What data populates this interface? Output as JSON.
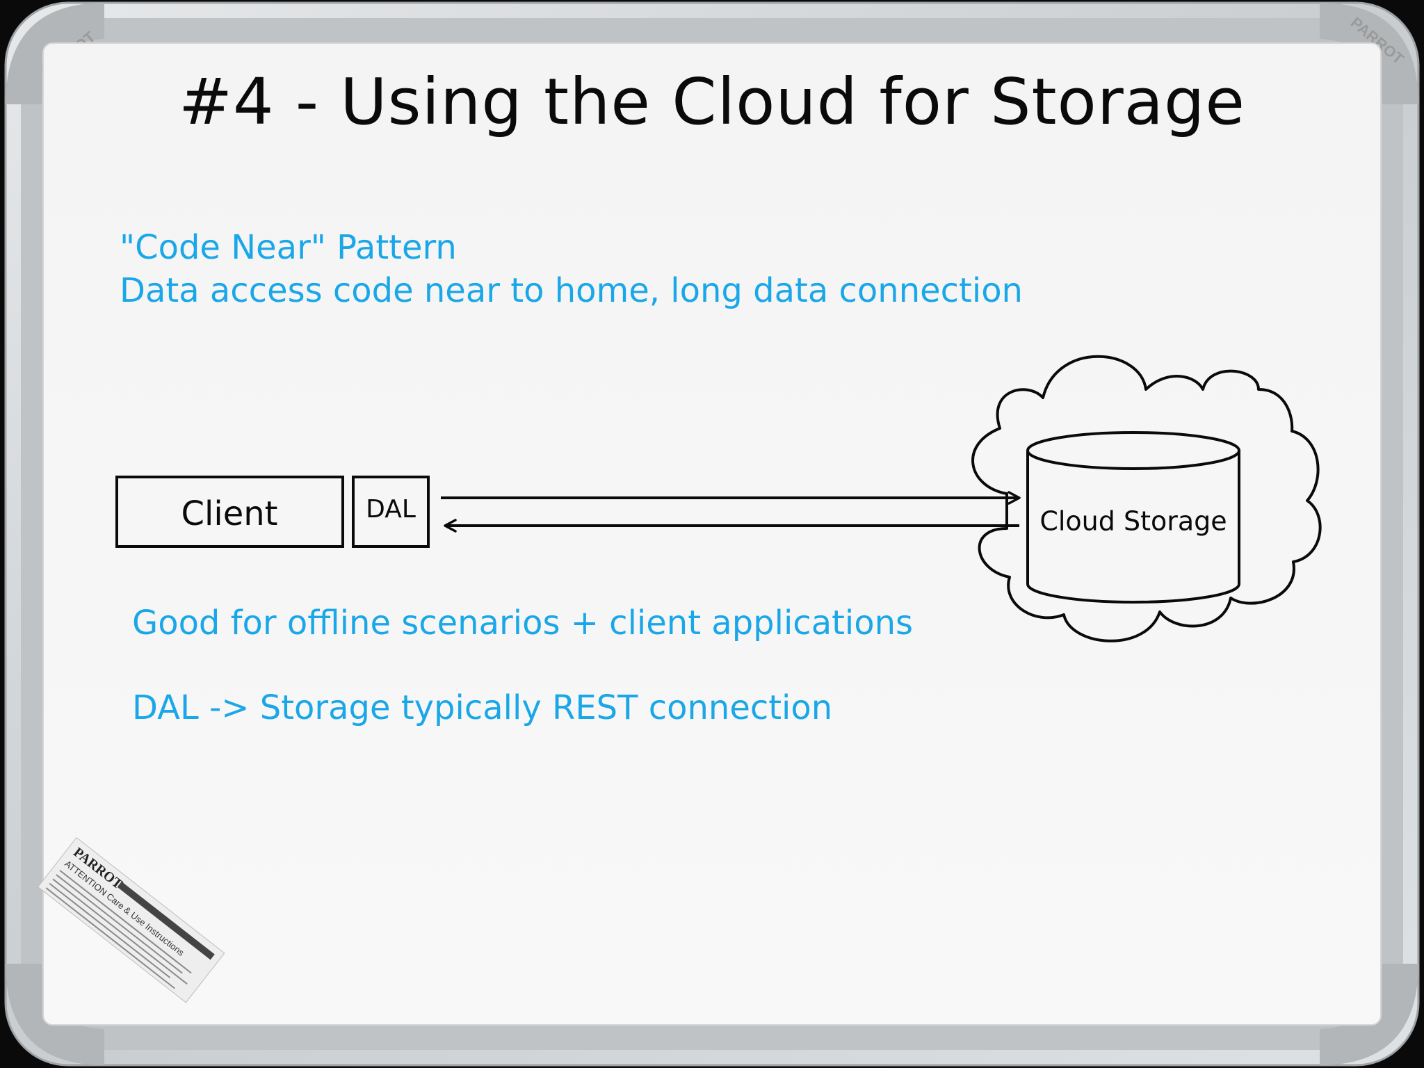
{
  "title": "#4 - Using the Cloud for Storage",
  "subtitle_lines": [
    "\"Code Near\" Pattern",
    "Data access code near to home, long data connection"
  ],
  "diagram": {
    "client_label": "Client",
    "dal_label": "DAL",
    "storage_label": "Cloud Storage"
  },
  "notes": [
    "Good for offline scenarios + client applications",
    "DAL -> Storage typically REST connection"
  ],
  "frame": {
    "corner_brand": "PARROT",
    "sticker_brand": "PARROT",
    "sticker_text": "ATTENTION   Care & Use Instructions"
  },
  "colors": {
    "ink": "#0a0a0a",
    "marker_blue": "#1aa7e8",
    "board": "#f6f6f6",
    "frame": "#cfd2d4"
  }
}
